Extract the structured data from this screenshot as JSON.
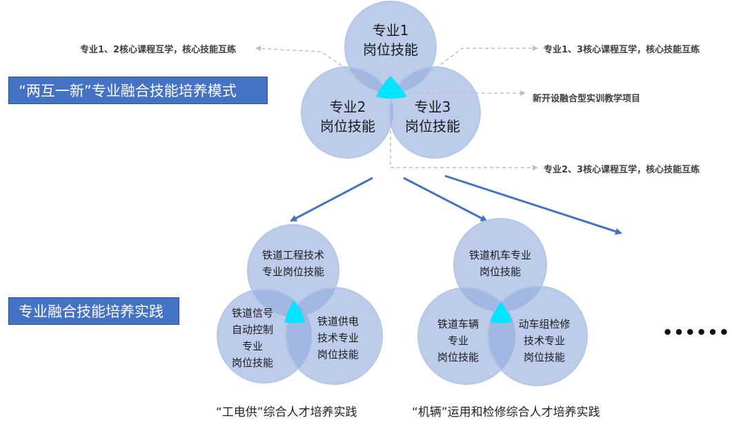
{
  "mode_label": "“两互一新”专业融合技能培养模式",
  "practice_label": "专业融合技能培养实践",
  "top_venn": {
    "circle1": [
      "专业1",
      "岗位技能"
    ],
    "circle2": [
      "专业2",
      "岗位技能"
    ],
    "circle3": [
      "专业3",
      "岗位技能"
    ]
  },
  "annotations": {
    "left": "专业1、2核心课程互学，核心技能互练",
    "right_top": "专业1、3核心课程互学，核心技能互练",
    "right_middle": "新开设融合型实训教学项目",
    "right_bottom": "专业2、3核心课程互学，核心技能互练"
  },
  "venn_a": {
    "top": [
      "铁道工程技术",
      "专业岗位技能"
    ],
    "left": [
      "铁道信号",
      "自动控制",
      "专业",
      "岗位技能"
    ],
    "right": [
      "铁道供电",
      "技术专业",
      "岗位技能"
    ],
    "caption": "“工电供”综合人才培养实践"
  },
  "venn_b": {
    "top": [
      "铁道机车专业",
      "岗位技能"
    ],
    "left": [
      "铁道车辆",
      "专业",
      "岗位技能"
    ],
    "right": [
      "动车组检修",
      "技术专业",
      "岗位技能"
    ],
    "caption": "“机辆”运用和检修综合人才培养实践"
  },
  "ellipsis": "••••••",
  "colors": {
    "circle_fill": "#8faadc",
    "circle_stroke": "#b4c7e7",
    "overlap": "#5b80c6",
    "center": "#00e5ff",
    "label_bg": "#4472c4",
    "arrow": "#4472c4",
    "dash": "#bfbfbf"
  }
}
